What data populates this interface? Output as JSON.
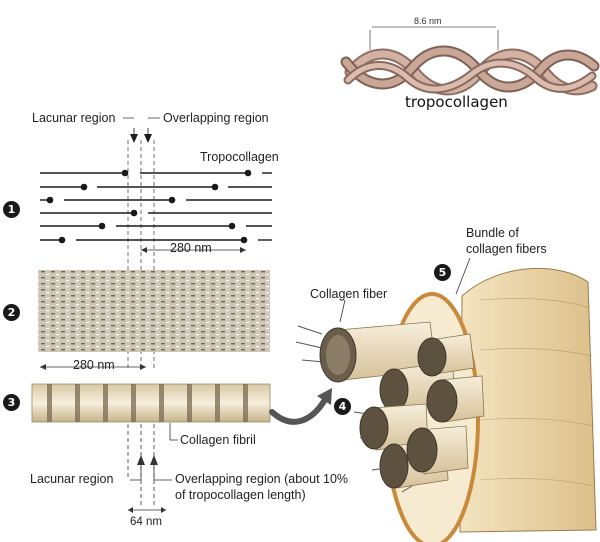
{
  "helix": {
    "width_label": "8.6 nm",
    "caption": "tropocollagen"
  },
  "labels": {
    "lacunar_top": "Lacunar region",
    "overlap_top": "Overlapping region",
    "tropocollagen": "Tropocollagen",
    "dim_280_a": "280 nm",
    "dim_280_b": "280 nm",
    "collagen_fibril": "Collagen fibril",
    "lacunar_bottom": "Lacunar region",
    "overlap_bottom_1": "Overlapping region (about 10%",
    "overlap_bottom_2": "of tropocollagen length)",
    "dim_64": "64 nm",
    "collagen_fiber": "Collagen fiber",
    "bundle_1": "Bundle of",
    "bundle_2": "collagen fibers"
  },
  "steps": [
    "1",
    "2",
    "3",
    "4",
    "5"
  ],
  "colors": {
    "strand": "#caa898",
    "fibril": "#ece0c4",
    "bundle": "#eedcb0",
    "bundle_rim": "#c98a3c",
    "badge": "#1a1a1a"
  }
}
